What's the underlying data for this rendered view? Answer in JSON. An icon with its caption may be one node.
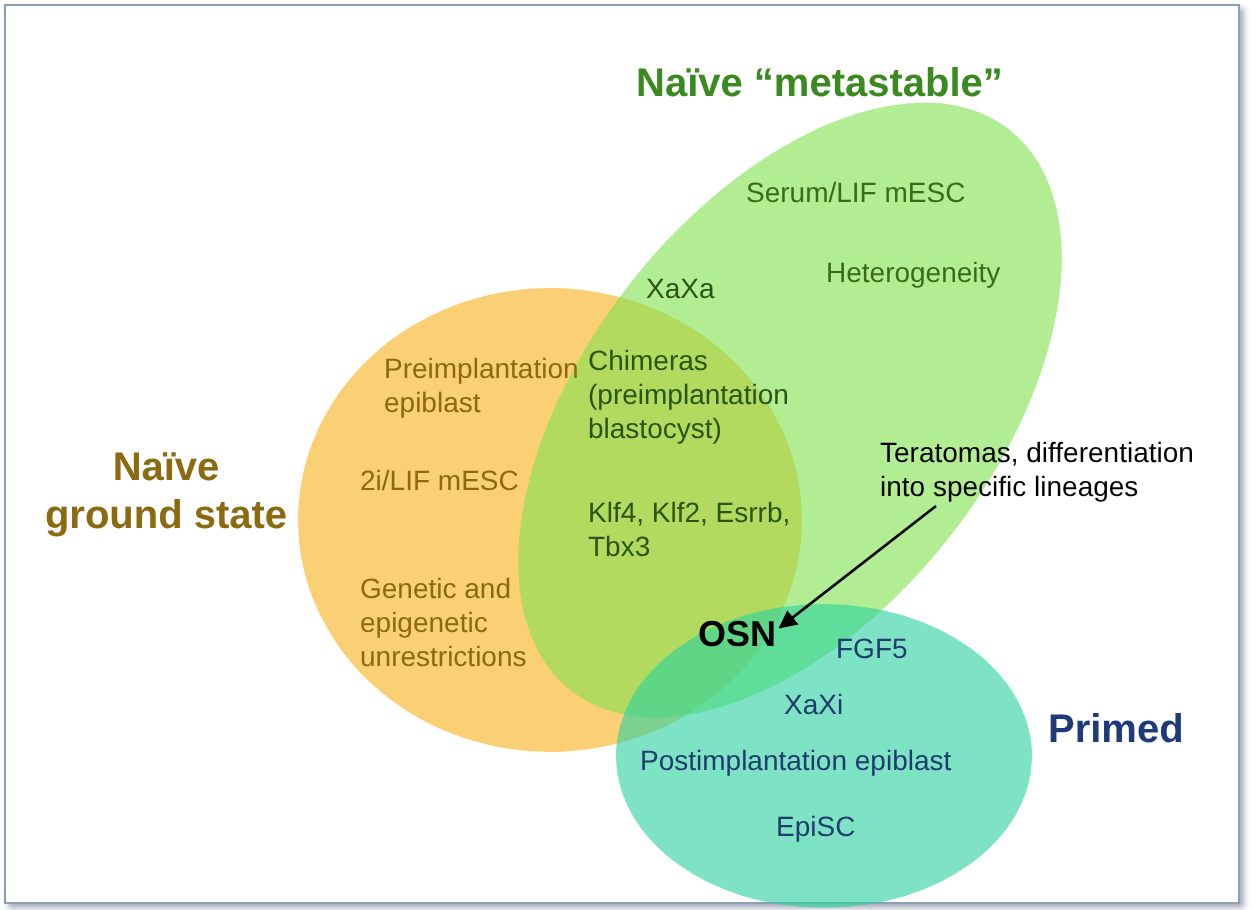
{
  "diagram": {
    "nodes": [
      {
        "text": [
          "Naïve “metastable”",
          "Serum/LIF mESC",
          "Heterogeneity"
        ]
      },
      {
        "text": [
          "Naïve ground state",
          "Preimplantation epiblast",
          "2i/LIF mESC",
          "Genetic and epigenetic unrestrictions"
        ]
      },
      {
        "text": [
          "Primed",
          "FGF5",
          "XaXi",
          "Postimplantation epiblast",
          "EpiSC"
        ]
      },
      {
        "text": [
          "Teratomas, differentiation into specific lineages"
        ]
      },
      {
        "text": [
          "OSN"
        ]
      }
    ],
    "edges": [
      {
        "from": 3,
        "to": 4,
        "arrow": "to"
      }
    ],
    "labels": [
      "XaXa",
      "Chimeras (preimplantation blastocyst)",
      "Klf4, Klf2, Esrrb, Tbx3"
    ]
  }
}
